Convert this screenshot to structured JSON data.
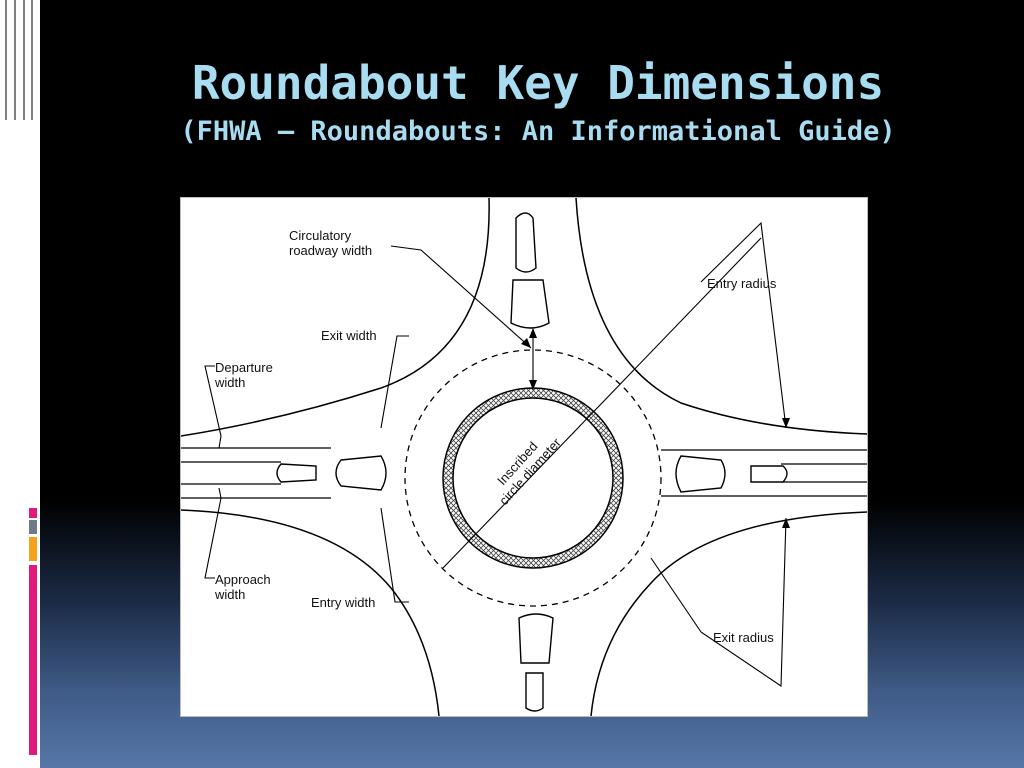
{
  "slide": {
    "title": "Roundabout Key Dimensions",
    "subtitle": "(FHWA – Roundabouts: An Informational Guide)"
  },
  "figure": {
    "labels": {
      "circulatory_roadway_width": [
        "Circulatory",
        "roadway width"
      ],
      "exit_width_top": "Exit width",
      "departure_width": [
        "Departure",
        "width"
      ],
      "entry_radius": "Entry radius",
      "inscribed_circle_diameter": [
        "Inscribed",
        "circle diameter"
      ],
      "approach_width": [
        "Approach",
        "width"
      ],
      "entry_width_bottom": "Entry width",
      "exit_radius": "Exit radius"
    }
  },
  "colors": {
    "title": "#a7dcf1",
    "accent_pink": "#e0197a",
    "accent_gray": "#6d7a88",
    "accent_orange": "#f4a21d"
  }
}
